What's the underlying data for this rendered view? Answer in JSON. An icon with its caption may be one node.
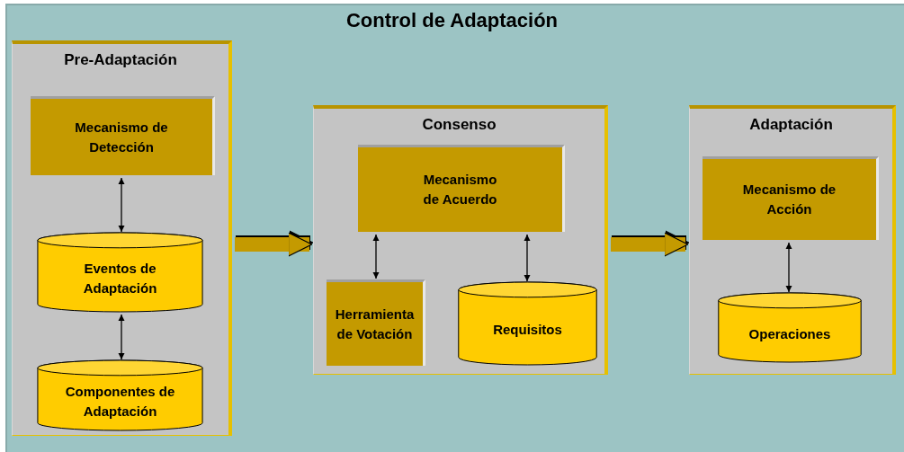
{
  "diagram": {
    "title": "Control de Adaptación",
    "nodes": [
      {
        "text": [
          "Pre-Adaptación"
        ]
      },
      {
        "text": [
          "Mecanismo de Detección"
        ],
        "in": 0
      },
      {
        "text": [
          "Eventos de Adaptación"
        ],
        "in": 0
      },
      {
        "text": [
          "Componentes de Adaptación"
        ],
        "in": 0
      },
      {
        "text": [
          "Consenso"
        ]
      },
      {
        "text": [
          "Mecanismo de Acuerdo"
        ],
        "in": 4
      },
      {
        "text": [
          "Herramienta de Votación"
        ],
        "in": 4
      },
      {
        "text": [
          "Requisitos"
        ],
        "in": 4
      },
      {
        "text": [
          "Adaptación"
        ]
      },
      {
        "text": [
          "Mecanismo de Acción"
        ],
        "in": 8
      },
      {
        "text": [
          "Operaciones"
        ],
        "in": 8
      }
    ],
    "edges": [
      {
        "from": 1,
        "to": 2,
        "arrow": "both"
      },
      {
        "from": 2,
        "to": 3,
        "arrow": "both"
      },
      {
        "from": 0,
        "to": 4,
        "arrow": "to",
        "style": "thick",
        "color": "#c49a00"
      },
      {
        "from": 5,
        "to": 6,
        "arrow": "both"
      },
      {
        "from": 5,
        "to": 7,
        "arrow": "both"
      },
      {
        "from": 4,
        "to": 8,
        "arrow": "to",
        "style": "thick",
        "color": "#c49a00"
      },
      {
        "from": 9,
        "to": 10,
        "arrow": "both"
      }
    ]
  }
}
